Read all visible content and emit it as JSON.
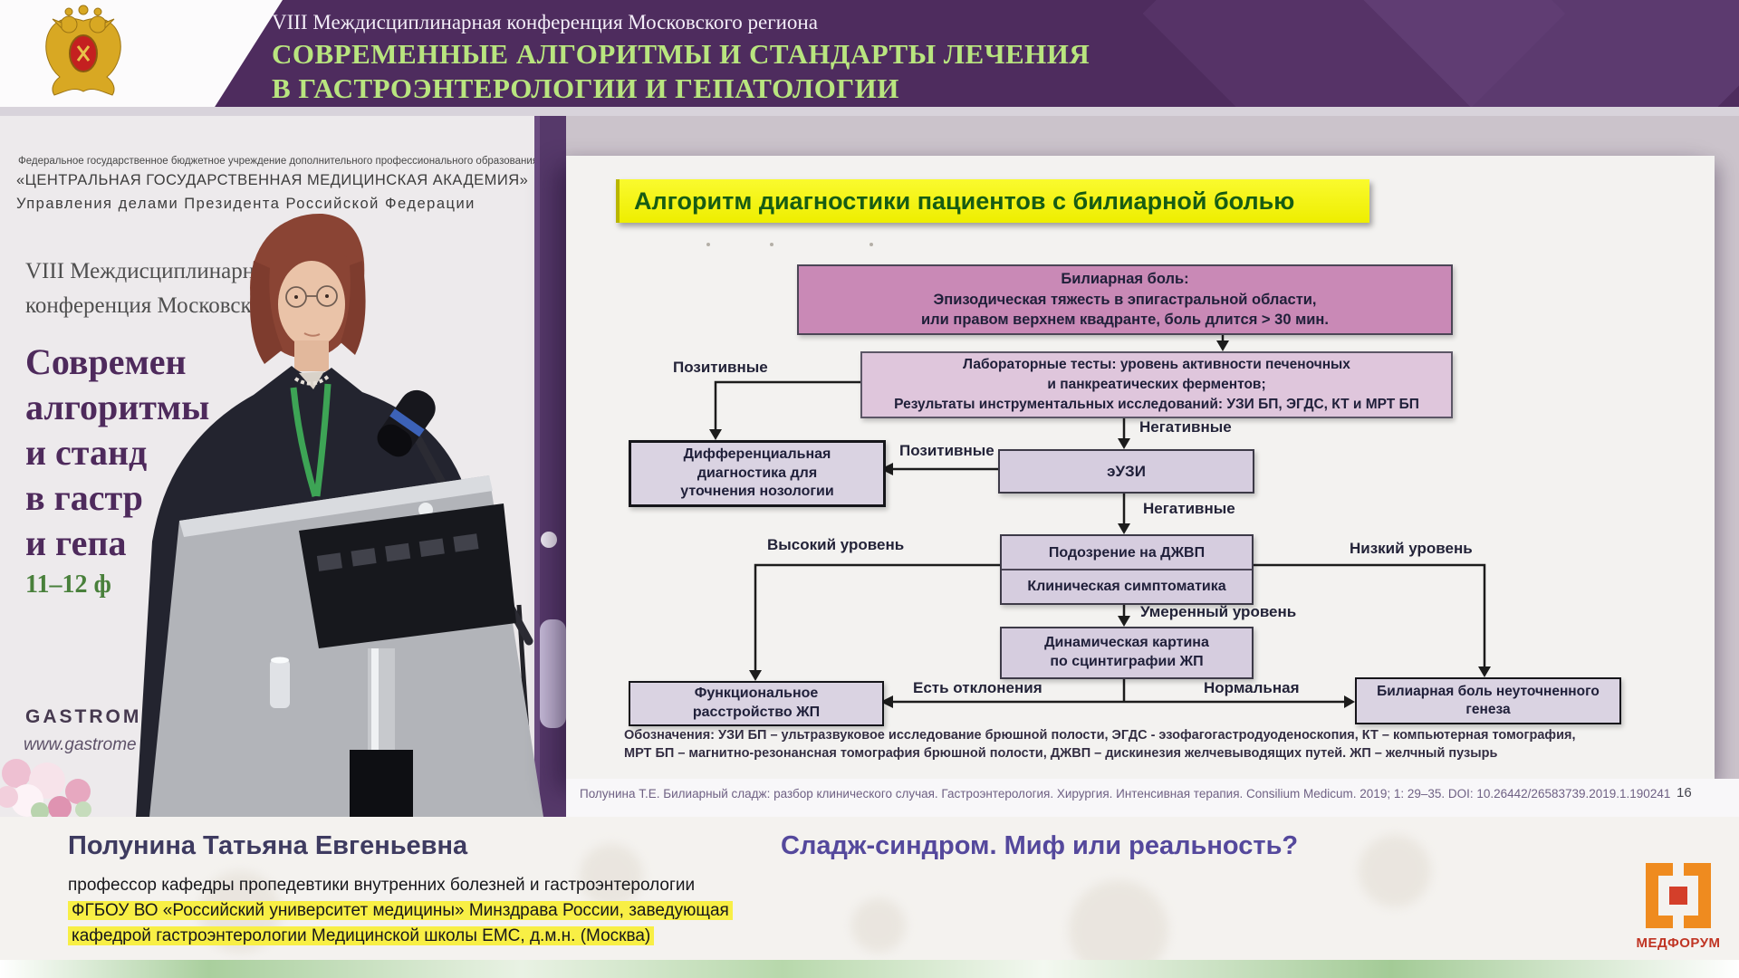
{
  "header": {
    "conference_line": "VIII Междисциплинарная конференция Московского региона",
    "title_line1": "СОВРЕМЕННЫЕ АЛГОРИТМЫ И СТАНДАРТЫ ЛЕЧЕНИЯ",
    "title_line2": "В ГАСТРОЭНТЕРОЛОГИИ И ГЕПАТОЛОГИИ"
  },
  "backdrop": {
    "org_line_small": "Федеральное государственное бюджетное учреждение дополнительного профессионального образования",
    "org_name": "«ЦЕНТРАЛЬНАЯ ГОСУДАРСТВЕННАЯ МЕДИЦИНСКАЯ АКАДЕМИЯ»",
    "org_dept": "Управления делами Президента Российской Федерации",
    "conf_line1": "VIII Междисциплинарная научная",
    "conf_line2": "конференция Московского региона",
    "event_title_fragments": [
      "Современ",
      "алгоритмы",
      "и станд",
      "в гастр",
      "и гепа"
    ],
    "dates_fragment": "11–12 ф",
    "gastromed_name": "GASTROMED",
    "gastromed_site": "www.gastrome"
  },
  "slide": {
    "title": "Алгоритм диагностики  пациентов с билиарной болью",
    "boxes": {
      "biliary_pain": [
        "Билиарная боль:",
        "Эпизодическая тяжесть в эпигастральной области,",
        "или правом верхнем квадранте, боль длится > 30 мин."
      ],
      "lab_tests": [
        "Лабораторные тесты: уровень активности печеночных",
        "и панкреатических ферментов;",
        "Результаты инструментальных исследований: УЗИ БП, ЭГДС, КТ и МРТ БП"
      ],
      "diff_diagnosis": [
        "Дифференциальная",
        "диагностика для",
        "уточнения нозологии"
      ],
      "eus": "эУЗИ",
      "dzhvp_suspicion": "Подозрение на ДЖВП",
      "clinical_symptoms": "Клиническая симптоматика",
      "scintigraphy": [
        "Динамическая картина",
        "по сцинтиграфии ЖП"
      ],
      "functional_disorder": [
        "Функциональное",
        "расстройство ЖП"
      ],
      "unspecified_pain": [
        "Билиарная боль неуточненного",
        "генеза"
      ]
    },
    "labels": {
      "positive_1": "Позитивные",
      "positive_2": "Позитивные",
      "negative_1": "Негативные",
      "negative_2": "Негативные",
      "high_level": "Высокий уровень",
      "low_level": "Низкий уровень",
      "moderate_level": "Умеренный уровень",
      "deviations": "Есть отклонения",
      "normal": "Нормальная"
    },
    "legend": [
      "Обозначения: УЗИ БП – ультразвуковое исследование брюшной полости, ЭГДС - эзофагогастродуоденоскопия, КТ – компьютерная томография,",
      "МРТ БП – магнитно-резонансная томография брюшной полости, ДЖВП – дискинезия желчевыводящих путей. ЖП – желчный пузырь"
    ]
  },
  "citation": {
    "text": "Полунина Т.Е. Билиарный сладж: разбор клинического случая. Гастроэнтерология. Хирургия. Интенсивная терапия. Consilium Medicum. 2019; 1: 29–35. DOI: 10.26442/26583739.2019.1.190241",
    "page_number": "16"
  },
  "footer": {
    "speaker_name": "Полунина Татьяна Евгеньевна",
    "talk_title": "Сладж-синдром. Миф или реальность?",
    "affiliation": [
      "профессор кафедры пропедевтики внутренних болезней и гастроэнтерологии",
      "ФГБОУ ВО «Российский университет медицины» Минздрава России, заведующая",
      "кафедрой гастроэнтерологии Медицинской школы ЕМС, д.м.н. (Москва)"
    ],
    "medforum_label": "МЕДФОРУМ"
  },
  "colors": {
    "header_bg": "#4e2c5e",
    "header_green": "#b9e57f",
    "banner_yellow": "#f3f303",
    "banner_text_green": "#175c13",
    "box_pink_dark": "#c989b6",
    "box_pink_light": "#dfc6dc",
    "box_lavender": "#d6cddf",
    "backdrop_purple": "#4e2a5c",
    "footer_highlight": "#f8ef45"
  }
}
